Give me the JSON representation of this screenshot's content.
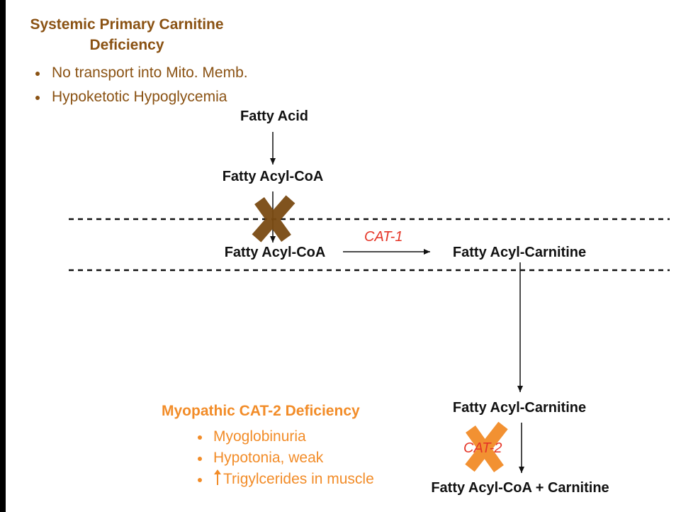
{
  "systemic": {
    "title": "Systemic Primary Carnitine Deficiency",
    "bullets": [
      "No transport into Mito. Memb.",
      "Hypoketotic Hypoglycemia"
    ]
  },
  "myopathic": {
    "title": "Myopathic CAT-2 Deficiency",
    "bullets": [
      "Myoglobinuria",
      "Hypotonia, weak",
      "Trigylcerides in muscle"
    ]
  },
  "pathway": {
    "fatty_acid": "Fatty Acid",
    "fatty_acyl_coa_outer": "Fatty Acyl-CoA",
    "fatty_acyl_coa_inner": "Fatty Acyl-CoA",
    "fatty_acyl_carnitine_membrane": "Fatty Acyl-Carnitine",
    "fatty_acyl_carnitine_matrix": "Fatty Acyl-Carnitine",
    "products": "Fatty Acyl-CoA + Carnitine",
    "enzyme_1": "CAT-1",
    "enzyme_2": "CAT-2"
  },
  "colors": {
    "systemic": "#8a5213",
    "myopathic": "#f28c28",
    "enzyme": "#e53527",
    "systemic_block_x": "#7a4a12",
    "cat2_block_x": "#f28c28",
    "text": "#111111"
  }
}
